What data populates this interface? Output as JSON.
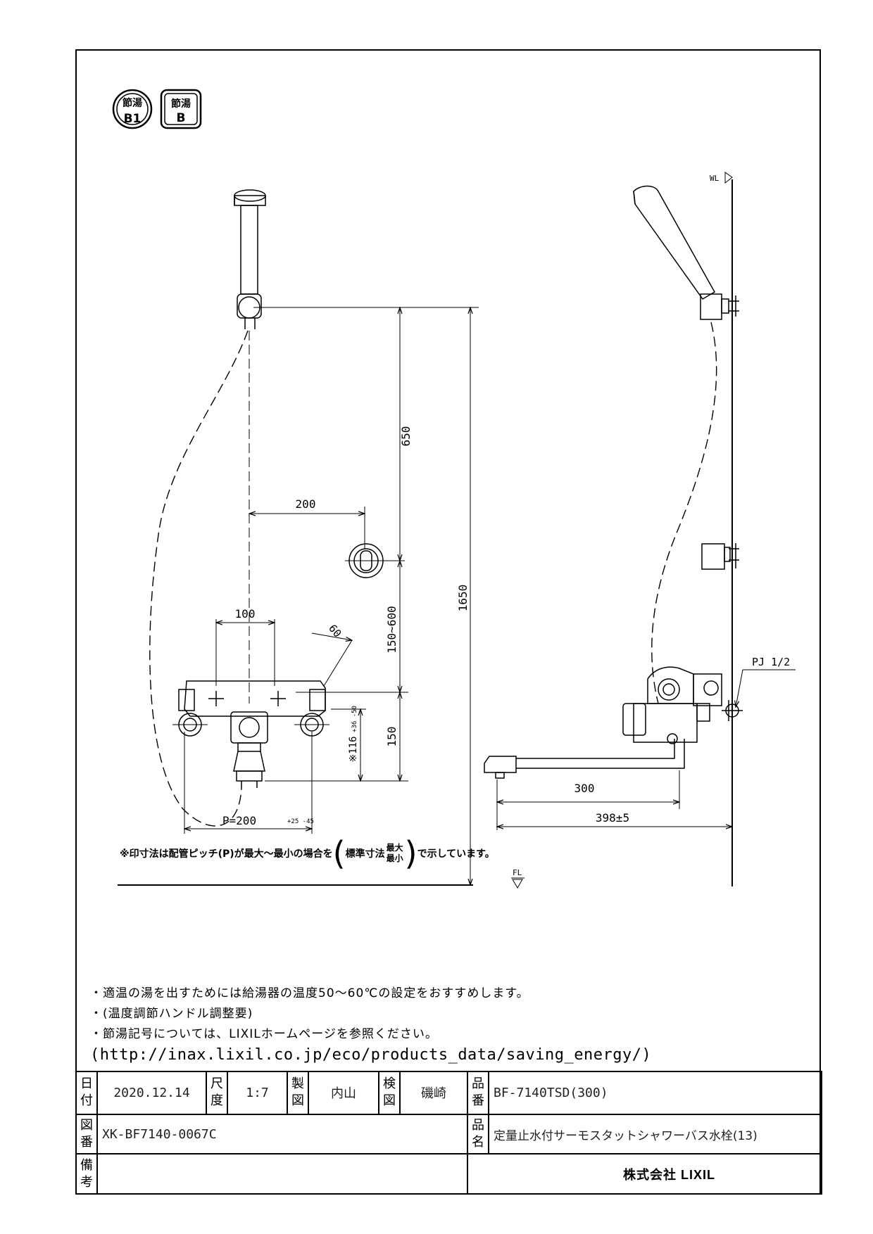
{
  "badges": [
    {
      "top": "節湯",
      "bottom": "B1"
    },
    {
      "top": "節湯",
      "bottom": "B"
    }
  ],
  "dimensions": {
    "d650": "650",
    "d200": "200",
    "d1650": "1650",
    "d100": "100",
    "d60": "60",
    "d150_600": "150~600",
    "d150": "150",
    "d116": "※116",
    "d116_tol": "+36 -50",
    "pitch": "P=200",
    "pitch_tol": "+25 -45",
    "d300": "300",
    "d398": "398±5",
    "wl": "WL",
    "fl": "FL",
    "pj": "PJ 1/2"
  },
  "caption": {
    "prefix": "※印寸法は配管ピッチ(P)が最大～最小の場合を",
    "std": "標準寸法",
    "max": "最大",
    "min": "最小",
    "suffix": "で示しています。"
  },
  "notes": [
    "・適温の湯を出すためには給湯器の温度50～60℃の設定をおすすめします。",
    "・(温度調節ハンドル調整要)",
    "・節湯記号については、LIXILホームページを参照ください。",
    "(http://inax.lixil.co.jp/eco/products_data/saving_energy/)"
  ],
  "title_block": {
    "date_label": "日付",
    "date": "2020.12.14",
    "scale_label": "尺度",
    "scale": "1:7",
    "drawn_label": "製図",
    "drawn": "内山",
    "checked_label": "検図",
    "checked": "磯崎",
    "product_no_label": "品番",
    "product_no": "BF-7140TSD(300)",
    "drawing_no_label": "図番",
    "drawing_no": "XK-BF7140-0067C",
    "product_name_label": "品名",
    "product_name": "定量止水付サーモスタットシャワーバス水栓(13)",
    "remarks_label": "備考",
    "company": "株式会社 LIXIL"
  }
}
